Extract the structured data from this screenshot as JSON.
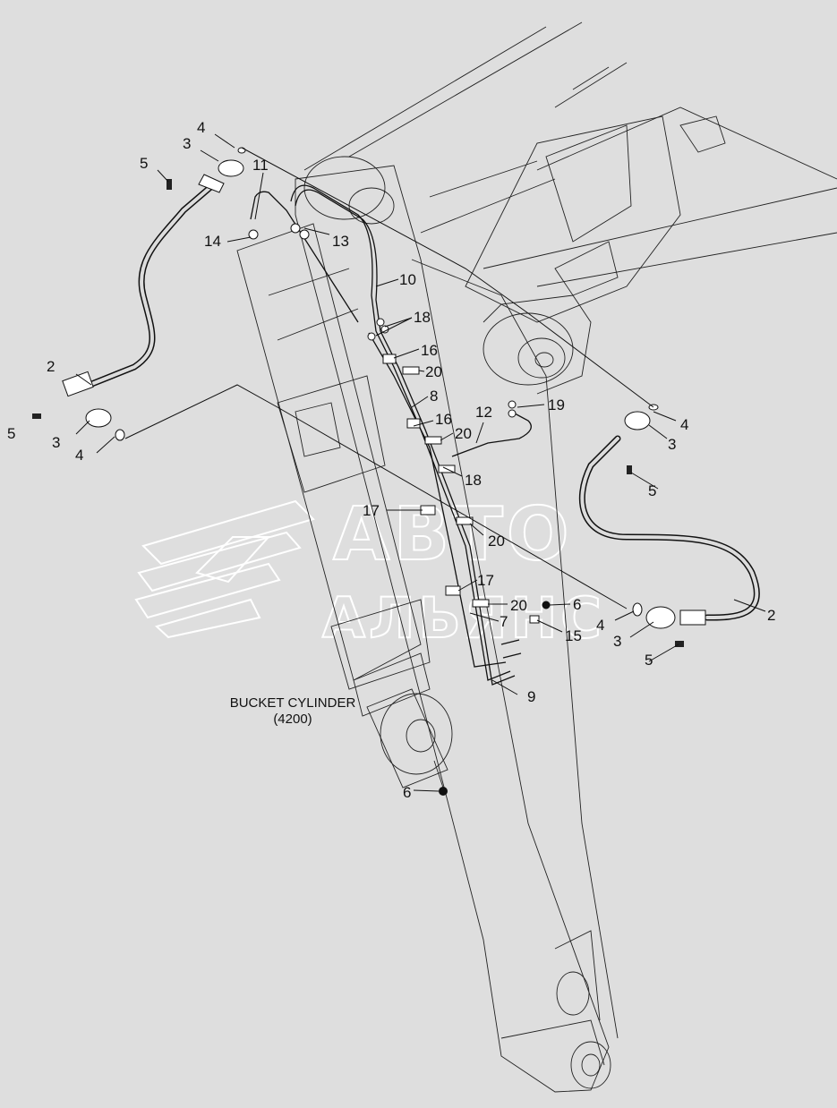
{
  "watermark": {
    "line1": "АВТО",
    "line2": "АЛЬЯНС"
  },
  "caption": {
    "line1": "BUCKET CYLINDER",
    "line2": "(4200)"
  },
  "callouts": [
    "4",
    "3",
    "5",
    "11",
    "14",
    "13",
    "10",
    "18",
    "16",
    "20",
    "8",
    "16",
    "20",
    "12",
    "19",
    "4",
    "3",
    "2",
    "5",
    "3",
    "4",
    "18",
    "5",
    "17",
    "20",
    "17",
    "20",
    "6",
    "2",
    "7",
    "4",
    "15",
    "3",
    "5",
    "9",
    "6"
  ]
}
